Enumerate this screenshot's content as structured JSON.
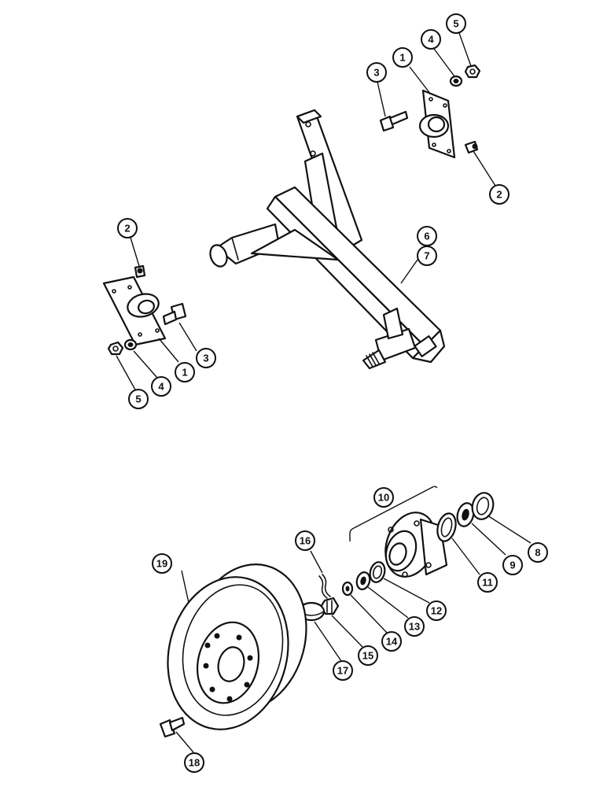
{
  "callouts": {
    "c1a": "1",
    "c2a": "2",
    "c3a": "3",
    "c4a": "4",
    "c5a": "5",
    "c1b": "1",
    "c2b": "2",
    "c3b": "3",
    "c4b": "4",
    "c5b": "5",
    "c6": "6",
    "c7": "7",
    "c8": "8",
    "c9": "9",
    "c10": "10",
    "c11": "11",
    "c12": "12",
    "c13": "13",
    "c14": "14",
    "c15": "15",
    "c16": "16",
    "c17": "17",
    "c18": "18",
    "c19": "19"
  },
  "colors": {
    "ink": "#111111",
    "paper": "#ffffff"
  }
}
